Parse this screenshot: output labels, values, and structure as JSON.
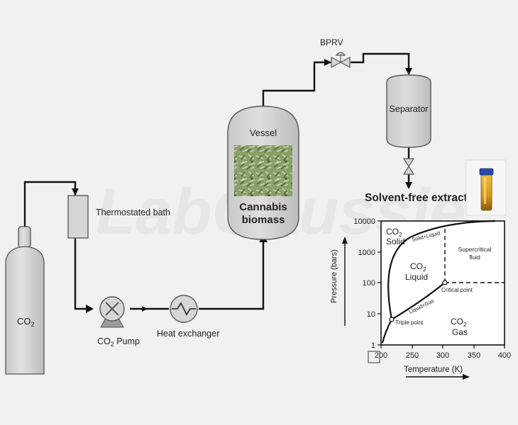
{
  "labels": {
    "bprv": "BPRV",
    "separator": "Separator",
    "vessel": "Vessel",
    "cannabis_line1": "Cannabis",
    "cannabis_line2": "biomass",
    "solvent_free": "Solvent-free extract",
    "thermostated_bath": "Thermostated bath",
    "co2_cylinder": "CO",
    "co2_cylinder_sub": "2",
    "co2_pump": "CO",
    "co2_pump_sub": "2",
    "co2_pump_suffix": " Pump",
    "heat_exchanger": "Heat exchanger",
    "watermark": "LabGaussie"
  },
  "phase_diagram": {
    "x_ticks": [
      "200",
      "250",
      "300",
      "350",
      "400"
    ],
    "y_ticks": [
      "10000",
      "1000",
      "100",
      "10",
      "1"
    ],
    "x_axis_label": "Temperature (K)",
    "y_axis_label": "Pressure (bars)",
    "solid_label_1": "CO",
    "solid_label_1_sub": "2",
    "solid_label_2": "Solid",
    "liquid_label_1": "CO",
    "liquid_label_1_sub": "2",
    "liquid_label_2": "Liquid",
    "gas_label_1": "CO",
    "gas_label_1_sub": "2",
    "gas_label_2": "Gas",
    "supercritical_1": "Supercritical",
    "supercritical_2": "fluid",
    "solid_liquid": "Solid+Liquid",
    "liquid_gas": "Liquid+Gas",
    "critical_point": "Critical point",
    "triple_point": "Triple point"
  },
  "colors": {
    "background": "#f1f1f1",
    "line": "#111111",
    "equipment_fill": "#d2d2d2",
    "equipment_stroke": "#555555",
    "cap_blue": "#2a4aa8",
    "extract_amber": "#d89a1c"
  }
}
